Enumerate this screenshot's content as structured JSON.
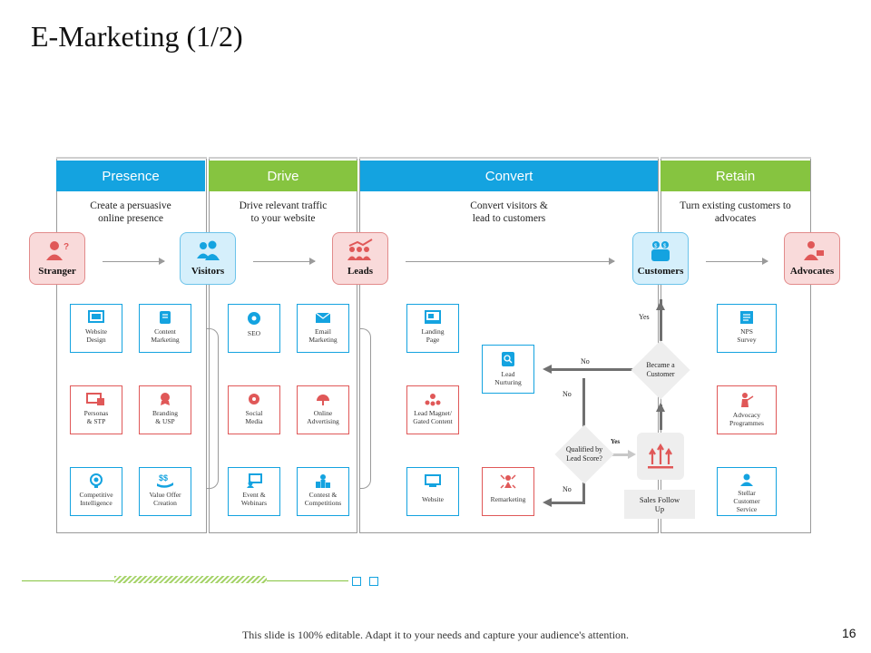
{
  "title": "E-Marketing (1/2)",
  "headers": {
    "presence": "Presence",
    "drive": "Drive",
    "convert": "Convert",
    "retain": "Retain"
  },
  "descriptions": {
    "presence": [
      "Create a persuasive",
      "online presence"
    ],
    "drive": [
      "Drive relevant traffic",
      "to your website"
    ],
    "convert": [
      "Convert visitors &",
      "lead to customers"
    ],
    "retain": [
      "Turn existing customers to",
      "advocates"
    ]
  },
  "stages": {
    "stranger": "Stranger",
    "visitors": "Visitors",
    "leads": "Leads",
    "customers": "Customers",
    "advocates": "Advocates"
  },
  "boxes": {
    "website_design": [
      "Website",
      "Design"
    ],
    "content_marketing": [
      "Content",
      "Marketing"
    ],
    "personas": [
      "Personas",
      "& STP"
    ],
    "branding": [
      "Branding",
      "& USP"
    ],
    "competitive": [
      "Competitive",
      "Intelligence"
    ],
    "value_offer": [
      "Value Offer",
      "Creation"
    ],
    "seo": [
      "SEO"
    ],
    "email": [
      "Email",
      "Marketing"
    ],
    "social": [
      "Social",
      "Media"
    ],
    "online_adv": [
      "Online",
      "Advertising"
    ],
    "events": [
      "Event &",
      "Webinars"
    ],
    "contest": [
      "Contest &",
      "Competitions"
    ],
    "landing": [
      "Landing",
      "Page"
    ],
    "lead_magnet": [
      "Lead Magnet/",
      "Gated Content"
    ],
    "website": [
      "Website"
    ],
    "lead_nurturing": [
      "Lead",
      "Nurturing"
    ],
    "remarketing": [
      "Remarketing"
    ],
    "nps": [
      "NPS",
      "Survey"
    ],
    "advocacy": [
      "Advocacy",
      "Programmes"
    ],
    "stellar": [
      "Stellar",
      "Customer",
      "Service"
    ]
  },
  "decisions": {
    "became": [
      "Became a",
      "Customer"
    ],
    "qualified": [
      "Qualified by",
      "Lead Score?"
    ]
  },
  "sales_follow_up": [
    "Sales Follow",
    "Up"
  ],
  "flow_labels": {
    "yes_top": "Yes",
    "no_upper": "No",
    "no_mid": "No",
    "yes_mid": "Yes",
    "no_bottom": "No"
  },
  "footer": "This slide is 100% editable.  Adapt it to your needs and capture your audience's attention.",
  "page_number": "16",
  "colors": {
    "blue": "#14a3e0",
    "green": "#86c440",
    "red": "#e05858",
    "pink": "#f9dada",
    "light_blue": "#d5effb"
  }
}
